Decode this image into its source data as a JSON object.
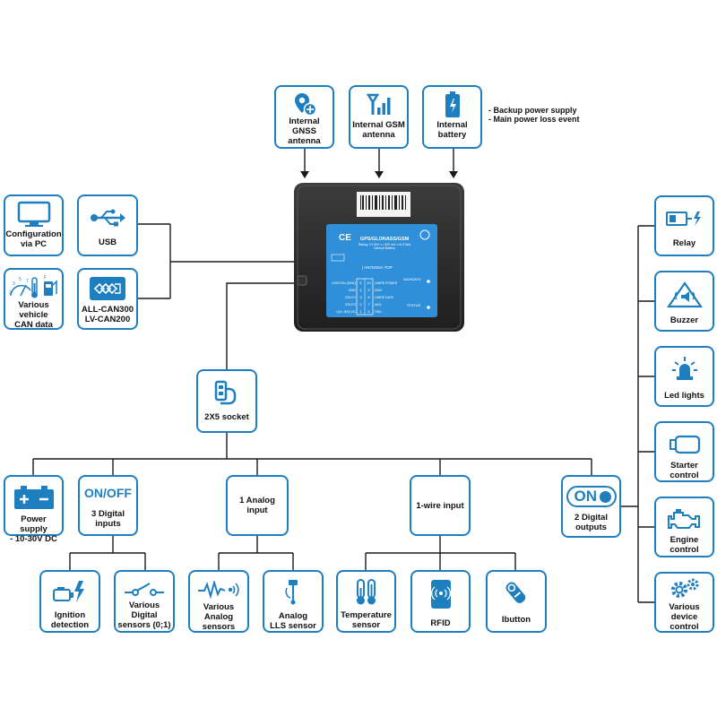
{
  "top": {
    "gnss": "Internal\nGNSS\nantenna",
    "gsm": "Internal GSM\nantenna",
    "battery": "Internal\nbattery",
    "battery_notes": "- Backup power supply\n- Main power loss event"
  },
  "left": {
    "config": "Configuration\nvia PC",
    "usb": "USB",
    "can_data": "Various\nvehicle\nCAN data",
    "can": "ALL-CAN300\nLV-CAN200"
  },
  "device": {
    "title": "GPS/GLONASS/GSM",
    "rating": "Rating: 10-30V == 200 mA <=6.5 Wat\nInternal Battery",
    "antenna_top": "| ANTENNA TOP",
    "navigate": "NAVIGATE",
    "status": "STATUS",
    "pins_left": [
      "IGNITION (DIN1)",
      "DIN2",
      "DOUT1",
      "DOUT2",
      "+(10..30V) DC"
    ],
    "pins_num_left": [
      "5",
      "4",
      "3",
      "2",
      "1"
    ],
    "pins_num_right": [
      "10",
      "9",
      "8",
      "7",
      "6"
    ],
    "pins_right": [
      "1WIRE POWER",
      "DIN3",
      "1WIRE DATA",
      "AIN1",
      "GND"
    ]
  },
  "socket": "2X5 socket",
  "io": {
    "power": "Power supply\n- 10-30V DC",
    "onoff_icon": "ON/OFF",
    "digital_inputs": "3 Digital\ninputs",
    "analog": "1 Analog\ninput",
    "onewire": "1-wire input",
    "on_icon": "ON",
    "digital_outputs": "2 Digital\noutputs"
  },
  "sub": {
    "ignition": "Ignition\ndetection",
    "digital_sensors": "Various\nDigital\nsensors (0;1)",
    "analog_sensors": "Various\nAnalog\nsensors",
    "lls": "Analog\nLLS sensor",
    "temp": "Temperature\nsensor",
    "rfid": "RFID",
    "ibutton": "Ibutton"
  },
  "right": {
    "relay": "Relay",
    "buzzer": "Buzzer",
    "led": "Led lights",
    "starter": "Starter\ncontrol",
    "engine": "Engine\ncontrol",
    "device": "Various\ndevice\ncontrol"
  },
  "colors": {
    "accent": "#1e7fc0",
    "line": "#1a1a1a",
    "device_body": "#2b2b2b",
    "label_panel": "#2f8fd8"
  }
}
